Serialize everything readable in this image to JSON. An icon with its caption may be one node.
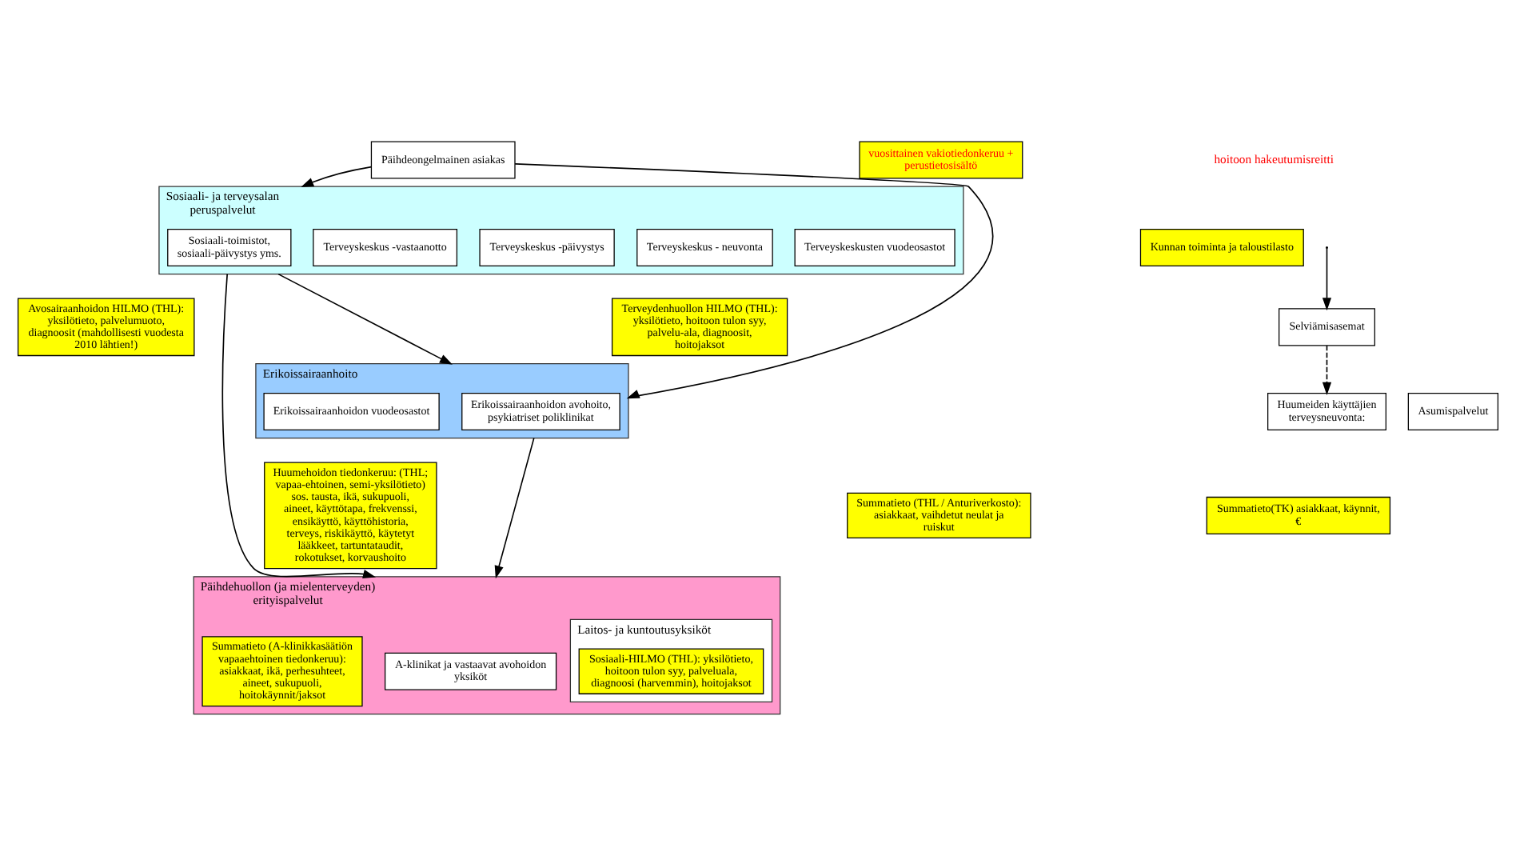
{
  "diagram": {
    "nodes": [
      {
        "text": [
          "Päihdeongelmainen asiakas"
        ]
      },
      {
        "text": [
          "vuosittainen vakiotiedonkeruu + perustietosisältö"
        ]
      },
      {
        "text": [
          "Kunnan toiminta ja taloustilasto"
        ]
      },
      {
        "text": [
          "Sosiaali- ja terveysalan peruspalvelut"
        ]
      },
      {
        "text": [
          "Sosiaali-toimistot, sosiaali-päivystys yms."
        ],
        "in": 3
      },
      {
        "text": [
          "Terveyskeskus - neuvonta"
        ],
        "in": 3
      },
      {
        "text": [
          "Terveyskeskus -päivystys"
        ],
        "in": 3
      },
      {
        "text": [
          "Terveyskeskus -vastaanotto"
        ],
        "in": 3
      },
      {
        "text": [
          "Avosairaanhoidon HILMO (THL): yksilötieto, palvelumuoto, diagnoosit (mahdollisesti vuodesta 2010 lähtien!)"
        ]
      },
      {
        "text": [
          "Selviämisasemat"
        ]
      },
      {
        "text": [
          "Terveyskeskusten vuodeosastot"
        ],
        "in": 3
      },
      {
        "text": [
          "Asumispalvelut"
        ]
      },
      {
        "text": [
          "Huumeiden käyttäjien terveysneuvonta:"
        ]
      },
      {
        "text": [
          "Summatieto(TK) asiakkaat, käynnit, €"
        ]
      },
      {
        "text": [
          "Summatieto (THL / Anturiverkosto): asiakkaat, vaihdetut neulat ja ruiskut"
        ]
      },
      {
        "text": [
          "Erikoissairaanhoito"
        ]
      },
      {
        "text": [
          "Erikoissairaanhoidon avohoito, psykiatriset poliklinikat"
        ],
        "in": 15
      },
      {
        "text": [
          "Erikoissairaanhoidon vuodeosastot"
        ],
        "in": 15
      },
      {
        "text": [
          "Terveydenhuollon HILMO (THL): yksilötieto, hoitoon tulon syy, palvelu-ala, diagnoosit, hoitojaksot"
        ]
      },
      {
        "text": [
          "Huumehoidon tiedonkeruu: (THL; vapaa-ehtoinen, semi-yksilötieto) sos. tausta, ikä, sukupuoli, aineet, käyttötapa, frekvenssi, ensikäyttö, käyttöhistoria, terveys, riskikäyttö, käytetyt lääkkeet, tartuntataudit, rokotukset, korvaushoito"
        ]
      },
      {
        "text": [
          "Päihdehuollon (ja mielenterveyden) erityispalvelut"
        ]
      },
      {
        "text": [
          "A-klinikat ja vastaavat avohoidon yksiköt"
        ],
        "in": 20
      },
      {
        "text": [
          "Laitos- ja kuntoutusyksiköt"
        ],
        "in": 20
      },
      {
        "text": [
          "Summatieto (A-klinikkasäätiön vapaaehtoinen tiedonkeruu): asiakkaat, ikä, perhesuhteet, aineet, sukupuoli, hoitokäynnit/jaksot"
        ],
        "in": 20
      },
      {
        "text": [
          "Sosiaali-HILMO (THL): yksilötieto, hoitoon tulon syy, palveluala, diagnoosi (harvemmin), hoitojaksot"
        ],
        "in": 22
      }
    ],
    "edges": [
      {
        "from": 0,
        "to": 3,
        "arrow": "to"
      },
      {
        "from": 0,
        "to": 15,
        "arrow": "to"
      },
      {
        "from": 3,
        "to": 15,
        "arrow": "to"
      },
      {
        "from": 3,
        "to": 20,
        "arrow": "to"
      },
      {
        "from": 15,
        "to": 20,
        "arrow": "to"
      },
      {
        "from": null,
        "to": 9,
        "arrow": "to"
      },
      {
        "from": 9,
        "to": 12,
        "arrow": "to",
        "style": "dashed"
      }
    ],
    "labels": [
      "hoitoon hakeutumisreitti"
    ]
  }
}
